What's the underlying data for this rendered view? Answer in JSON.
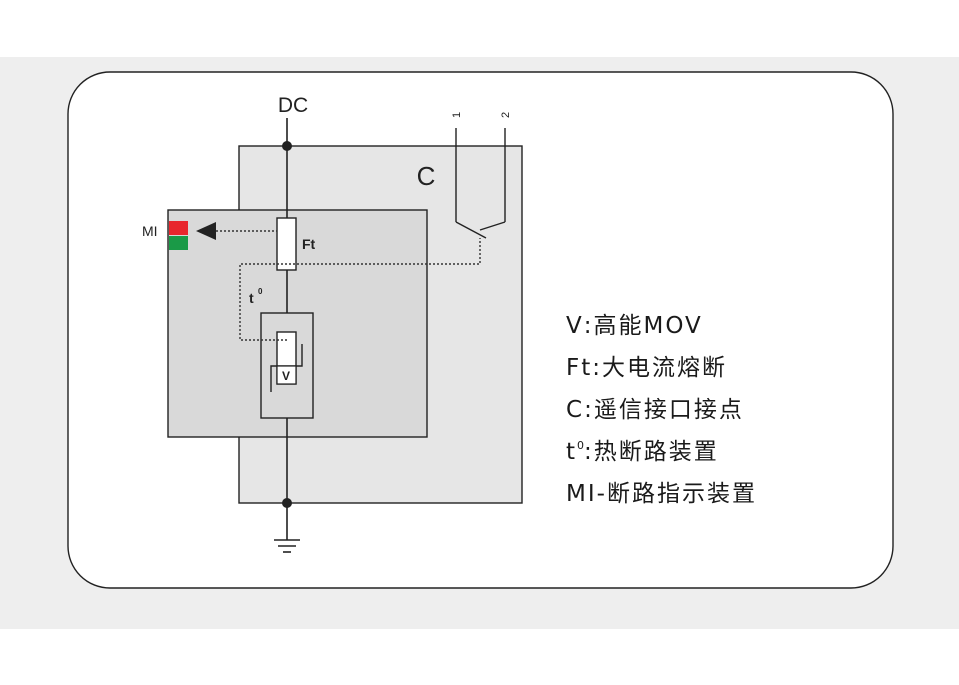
{
  "diagram": {
    "labels": {
      "dc": "DC",
      "c": "C",
      "ft": "Ft",
      "v": "V",
      "t_main": "t",
      "t_sup": "0",
      "mi": "MI",
      "terminal_1": "1",
      "terminal_2": "2"
    },
    "colors": {
      "page_bg": "#eeeeee",
      "outer_box_bg": "#e6e6e6",
      "inner_box_bg": "#d9d9d9",
      "line": "#222222",
      "indicator_red": "#e8262d",
      "indicator_green": "#1a9a47"
    }
  },
  "legend": [
    {
      "key": "V",
      "sup": "",
      "sep": ":",
      "text": "高能MOV"
    },
    {
      "key": "Ft",
      "sup": "",
      "sep": ":",
      "text": "大电流熔断"
    },
    {
      "key": "C",
      "sup": "",
      "sep": ":",
      "text": "遥信接口接点"
    },
    {
      "key": "t",
      "sup": "0",
      "sep": ":",
      "text": "热断路装置"
    },
    {
      "key": "MI",
      "sup": "",
      "sep": "-",
      "text": "断路指示装置"
    }
  ]
}
